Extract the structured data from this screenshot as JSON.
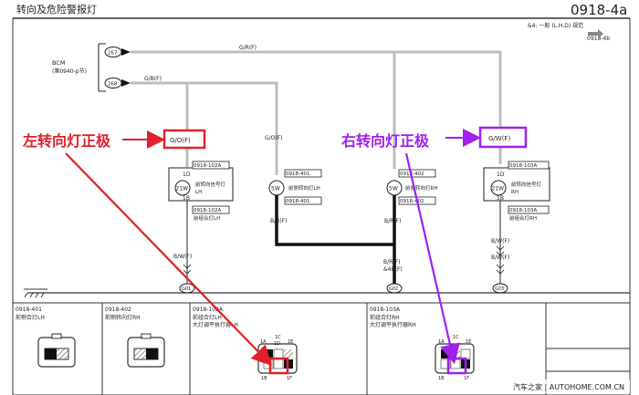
{
  "header": {
    "title": "转向及危险警报灯",
    "page_code": "0918-4a"
  },
  "legend": {
    "line1": "&4: 一般 (L.H.D) 规范",
    "line2": "0918-4b"
  },
  "bcm": {
    "label": "BCM",
    "sublabel": "(第0940-p节)",
    "pin_top": "267",
    "pin_bottom": "268"
  },
  "wires": {
    "gr": "G/R(F)",
    "gb": "G/B(F)",
    "go_left": "G/O(F)",
    "go_mid": "G/O(F)",
    "gw": "G/W(F)",
    "br_left": "B/R(F)",
    "br_mid": "B/R(F)",
    "br_mid2": "&4B(F)",
    "bw_left": "B/W(F)",
    "bw_right1": "B/W(F)",
    "bw_right2": "B/W(F)"
  },
  "components": {
    "front_left": {
      "connector_top": "0918-102A",
      "pin_top": "1D",
      "watt": "21W",
      "name": "前转向信号灯",
      "side": "LH",
      "connector_bottom": "0918-102A",
      "pin_bottom": "1B",
      "assembly": "前组合灯LH"
    },
    "side_left": {
      "connector_top": "0918-401",
      "watt": "5W",
      "name": "前侧转向灯LH",
      "connector_bottom": "0918-401"
    },
    "side_right": {
      "connector_top": "0918-402",
      "watt": "5W",
      "name": "前侧转向灯RH",
      "connector_bottom": "0918-402"
    },
    "front_right": {
      "connector_top": "0918-103A",
      "pin_top": "1D",
      "watt": "21W",
      "name": "前转向信号灯",
      "side": "RH",
      "connector_bottom": "0918-103A",
      "pin_bottom": "1B",
      "assembly": "前组合灯RH"
    }
  },
  "grounds": {
    "g1": "G01",
    "g2": "G02",
    "g3": "G03"
  },
  "annotations": {
    "left": "左转向灯正极",
    "right": "右转向灯正极"
  },
  "connector_panels": {
    "p1_code": "0918-401",
    "p1_name": "前侧合灯LH",
    "p2_code": "0918-402",
    "p2_name": "前侧转向灯RH",
    "p3_code": "0918-102A",
    "p3_name1": "前组合灯LH",
    "p3_name2": "大灯调平执行器LH",
    "p4_code": "0918-103A",
    "p4_name1": "前组合灯RH",
    "p4_name2": "大灯调平执行器RH",
    "pins": {
      "c1": "1C",
      "a1": "1A",
      "d1": "1D",
      "e1": "1E",
      "b1": "1B",
      "f1": "1F"
    }
  },
  "watermark": "汽车之家 | AUTOHOME.COM.CN",
  "colors": {
    "red": "#e0202a",
    "purple": "#a020f0",
    "wire_gray": "#bdbdbd",
    "wire_black": "#111111"
  }
}
